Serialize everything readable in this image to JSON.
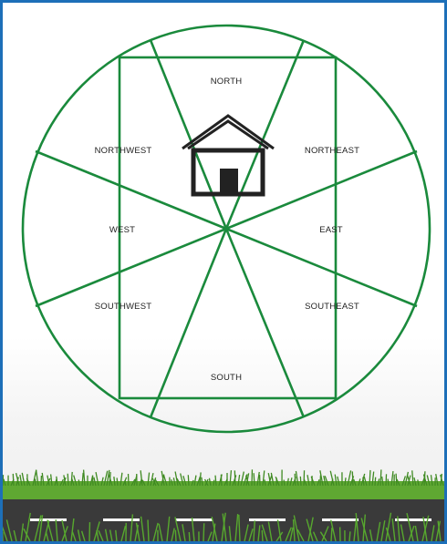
{
  "directions": {
    "north": "NORTH",
    "northeast": "NORTHEAST",
    "east": "EAST",
    "southeast": "SOUTHEAST",
    "south": "SOUTH",
    "southwest": "SOUTHWEST",
    "west": "WEST",
    "northwest": "NORTHWEST"
  },
  "colors": {
    "frame_border": "#1d6fb8",
    "compass_lines": "#1a8a3c",
    "house": "#222222",
    "road": "#3a3a3a",
    "road_marking": "#ffffff",
    "grass": "#4c9a2a"
  },
  "icons": {
    "house": "house-icon",
    "road": "road-strip",
    "grass": "grass-strip"
  }
}
